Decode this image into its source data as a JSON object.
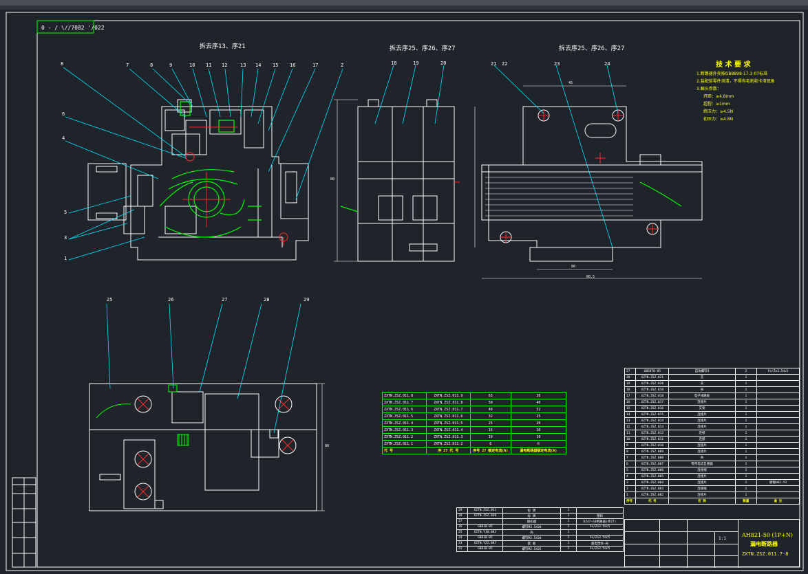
{
  "colors": {
    "background": "#1f242b",
    "border": "#ffffff",
    "leader": "#00e5ff",
    "geometry": "#ffffff",
    "center": "#ff2a2a",
    "hatch": "#00ff00",
    "tech_text": "#ffff00",
    "table_line": "#00ff00"
  },
  "title_stamp": "0 - / \\//7082 '/022",
  "views": {
    "view1_caption": "拆去序13、序21",
    "view2_caption": "拆去序25、序26、序27",
    "view3_caption": "拆去序25、序26、序27"
  },
  "tech": {
    "heading": "技 术 要 求",
    "lines": [
      "1.断路器外壳按GB8898-17.1-07标准",
      "2.装配前零件须清，不得有毛刺和卡滞现象",
      "3.触头参数：",
      "开距：≥4.8mm",
      "超程：≥1mm",
      "终压力：≥4.5N",
      "初压力：≤4.8N"
    ]
  },
  "balloons": {
    "view1_top": [
      "8",
      "7",
      "8",
      "9",
      "10",
      "11",
      "12",
      "13",
      "14",
      "15",
      "16",
      "17",
      "2"
    ],
    "view1_left": [
      "6",
      "4",
      "5",
      "3",
      "1"
    ],
    "view2_top": [
      "18",
      "19",
      "20"
    ],
    "view3_top": [
      "21",
      "22",
      "23",
      "24"
    ],
    "view4_top": [
      "25",
      "26",
      "27",
      "28",
      "29"
    ]
  },
  "rating_table": {
    "rows": [
      [
        "ZXTN.ZSZ.011.8",
        "ZXTN.ZSZ.011.9",
        "63",
        "30"
      ],
      [
        "ZXTN.ZSZ.011.7",
        "ZXTN.ZSZ.011.8",
        "50",
        "40"
      ],
      [
        "ZXTN.ZSZ.011.6",
        "ZXTN.ZSZ.011.7",
        "40",
        "32"
      ],
      [
        "ZXTN.ZSZ.011.5",
        "ZXTN.ZSZ.011.6",
        "32",
        "25"
      ],
      [
        "ZXTN.ZSZ.011.4",
        "ZXTN.ZSZ.011.5",
        "25",
        "20"
      ],
      [
        "ZXTN.ZSZ.011.3",
        "ZXTN.ZSZ.011.4",
        "16",
        "16"
      ],
      [
        "ZXTN.ZSZ.011.2",
        "ZXTN.ZSZ.011.3",
        "10",
        "10"
      ],
      [
        "ZXTN.ZSZ.011.1",
        "ZXTN.ZSZ.011.2",
        "6",
        "6"
      ]
    ],
    "headers": [
      "代 号",
      "序 27 代 号",
      "序号 27 额定电流(A)",
      "漏电断路器额定电流(A)"
    ]
  },
  "bom_right": {
    "rows": [
      [
        "27",
        "GB5870-85",
        "自攻螺钉4",
        "2",
        "Fe/Zn3.5dc5"
      ],
      [
        "20",
        "XZTN.ZSZ.021",
        "壳",
        "1",
        ""
      ],
      [
        "19",
        "XZTN.ZSZ.020",
        "壳",
        "1",
        ""
      ],
      [
        "18",
        "XZTN.ZSZ.019",
        "壳",
        "1",
        ""
      ],
      [
        "17",
        "XZTN.ZSZ.018",
        "电子线路板",
        "1",
        ""
      ],
      [
        "16",
        "XZTN.ZSZ.017",
        "连接片",
        "1",
        ""
      ],
      [
        "15",
        "XZTN.ZSZ.016",
        "支架",
        "1",
        ""
      ],
      [
        "14",
        "XZTN.ZSZ.015",
        "连接片",
        "1",
        ""
      ],
      [
        "13",
        "XZTN.ZSZ.014",
        "连接片",
        "1",
        ""
      ],
      [
        "12",
        "XZTN.ZSZ.013",
        "连接片",
        "1",
        ""
      ],
      [
        "11",
        "XZTN.ZSZ.012",
        "连接",
        "1",
        ""
      ],
      [
        "10",
        "XZTN.ZSZ.011",
        "连接",
        "1",
        ""
      ],
      [
        "9",
        "XZTN.ZSZ.010",
        "连接片",
        "1",
        ""
      ],
      [
        "8",
        "XZTN.ZSZ.009",
        "连接片",
        "1",
        ""
      ],
      [
        "7",
        "XZTN.ZSZ.008",
        "壳",
        "1",
        ""
      ],
      [
        "6",
        "XZTN.ZSZ.007",
        "零序电流互感器",
        "1",
        ""
      ],
      [
        "5",
        "XZTN.ZSZ.006",
        "连接线",
        "1",
        ""
      ],
      [
        "4",
        "XZTN.ZSZ.005",
        "连接片",
        "1",
        ""
      ],
      [
        "3",
        "XZTN.ZSZ.004",
        "连接片",
        "2",
        "镀锡H62-Y2"
      ],
      [
        "2",
        "XZTN.ZSZ.003",
        "连接线",
        "1",
        ""
      ],
      [
        "1",
        "XZTN.ZSZ.002",
        "连接片",
        "1",
        ""
      ]
    ],
    "headers": [
      "序号",
      "代 号",
      "名 称",
      "数量",
      "备 注"
    ]
  },
  "bom_bottom": {
    "rows": [
      [
        "29",
        "XZTN.ZSZ.031",
        "标 牌",
        "1",
        ""
      ],
      [
        "28",
        "XZTN.ZSZ.030",
        "标 牌",
        "1",
        "塑料"
      ],
      [
        "27",
        "",
        "脱扣器",
        "1",
        "DZ47-63断路器(序27)"
      ],
      [
        "26",
        "GB818-85",
        "螺钉M2.5X30",
        "2",
        "Fe/Zn3.5dc5"
      ],
      [
        "25",
        "XZTN.Y10.002",
        "壳",
        "1",
        ""
      ],
      [
        "24",
        "GB818-85",
        "螺钉M2.5X30",
        "2",
        "Fe/Zn3.5dc5"
      ],
      [
        "23",
        "XZTN.Y22.007",
        "扳 板",
        "1",
        "漏电塑料-壳"
      ],
      [
        "22",
        "GB818-85",
        "螺钉M2.5X35",
        "2",
        "Fe/Zn3.5dc5"
      ]
    ]
  },
  "title_block": {
    "model": "AH821-50 (1P+N)",
    "product": "漏电断路器",
    "drawing_no": "ZXTN.ZSZ.011.7-8",
    "scale": "1:1"
  },
  "dims": {
    "width_top": "45",
    "width_bottom": "80",
    "right_view_bottom": "80.5",
    "height_left": "80",
    "height_bottom_view": "80"
  }
}
